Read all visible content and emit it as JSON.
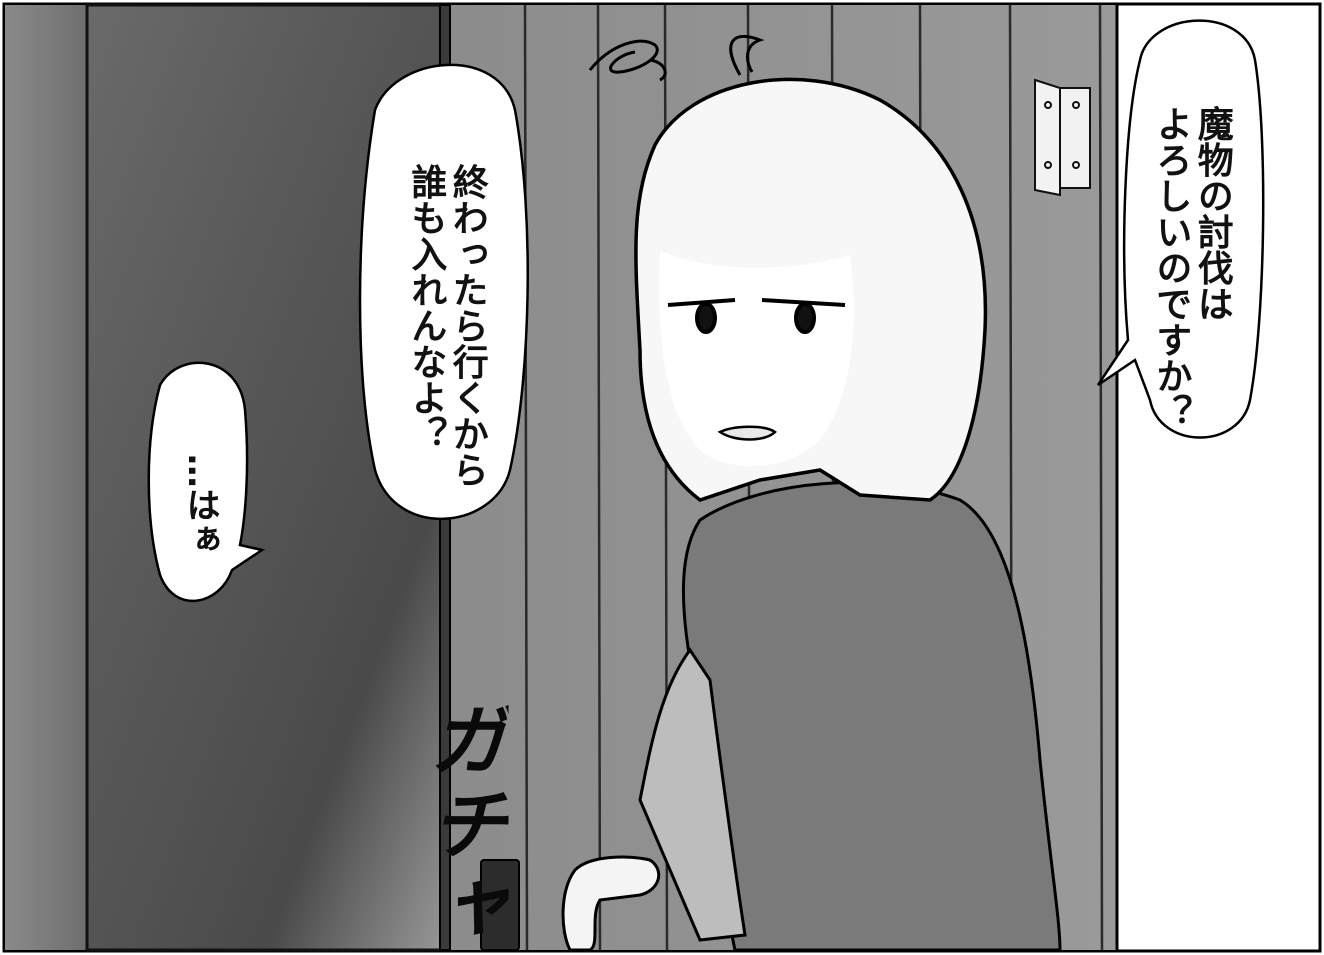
{
  "bubbles": {
    "right_line1": "魔物の討伐は",
    "right_line2": "よろしいのですか？",
    "middle_line1": "終わったら行くから",
    "middle_line2": "誰も入れんなよ？",
    "left_line1": "…はぁ"
  },
  "sfx": {
    "door_click": "ガチャ"
  }
}
